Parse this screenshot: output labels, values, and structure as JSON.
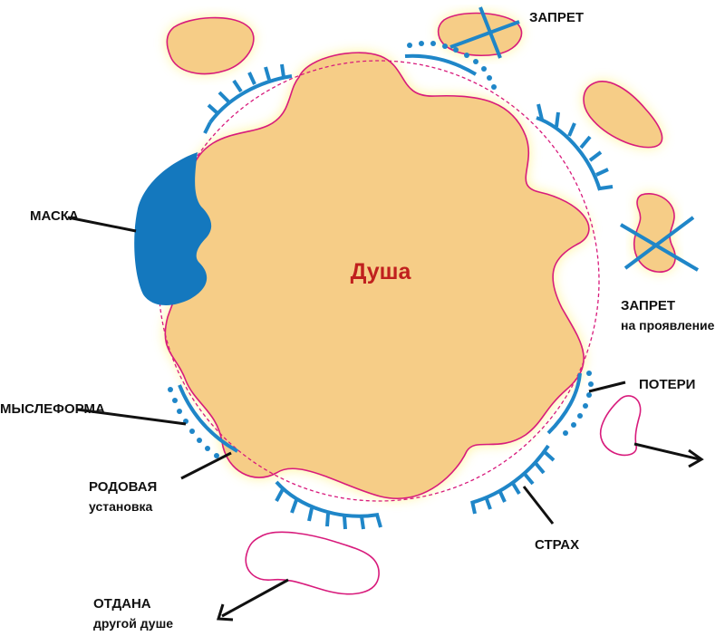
{
  "center": {
    "label": "Душа"
  },
  "labels": {
    "mask": "МАСКА",
    "ban_top": "ЗАПРЕТ",
    "ban_expression_line1": "ЗАПРЕТ",
    "ban_expression_line2": "на проявление",
    "thought_form": "МЫСЛЕФОРМА",
    "ancestral_line1": "РОДОВАЯ",
    "ancestral_line2": "установка",
    "losses": "ПОТЕРИ",
    "fear": "СТРАХ",
    "given_line1": "ОТДАНА",
    "given_line2": "другой душе"
  },
  "colors": {
    "soul_fill": "#f6cd87",
    "soul_glow": "#fff27a",
    "soul_outline": "#d81b7c",
    "blue": "#1f86c8",
    "mask_fill": "#1478be",
    "center_text": "#c0201e",
    "text": "#111111",
    "page": "#ffffff"
  }
}
